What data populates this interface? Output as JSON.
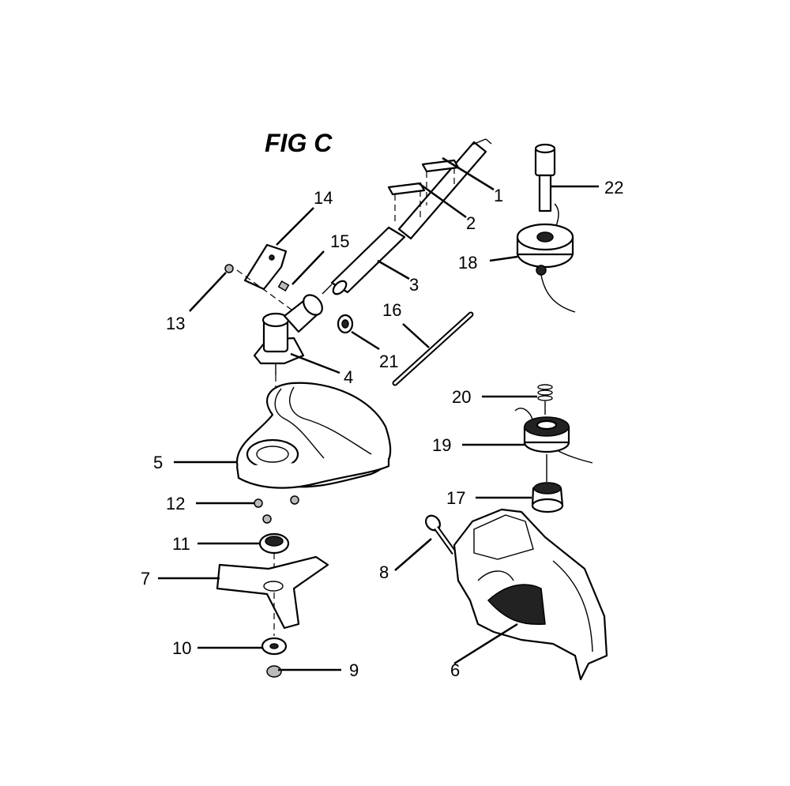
{
  "figure": {
    "title": "FIG C"
  },
  "callouts": [
    "1",
    "2",
    "3",
    "4",
    "5",
    "6",
    "7",
    "8",
    "9",
    "10",
    "11",
    "12",
    "13",
    "14",
    "15",
    "16",
    "17",
    "18",
    "19",
    "20",
    "21",
    "22"
  ]
}
